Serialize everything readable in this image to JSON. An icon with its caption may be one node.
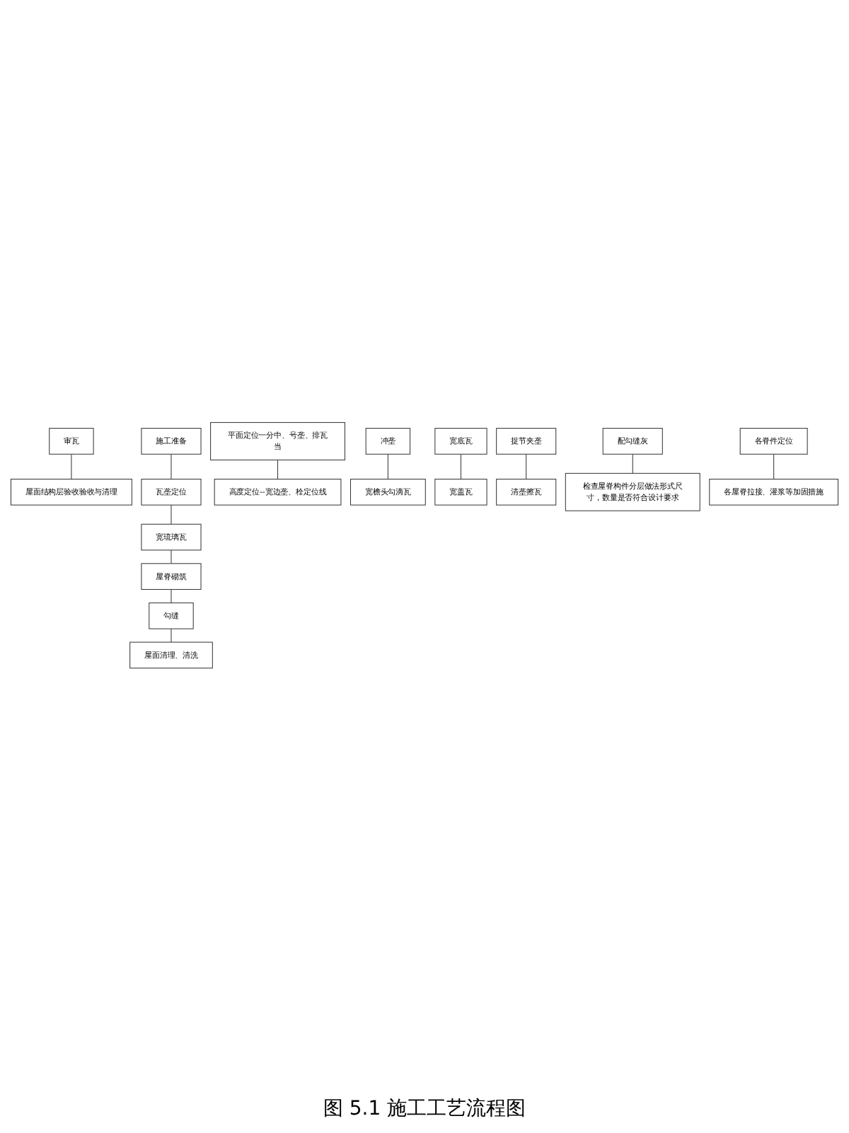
{
  "diagram": {
    "caption": "图 5.1 施工工艺流程图",
    "nodes": [
      {
        "text": [
          "施工准备"
        ]
      },
      {
        "text": [
          "审瓦"
        ]
      },
      {
        "text": [
          "屋面结构层验收验收与清理"
        ]
      },
      {
        "text": [
          "瓦垄定位"
        ]
      },
      {
        "text": [
          "平面定位一分中、号垄、排瓦当"
        ]
      },
      {
        "text": [
          "高度定位--宽边垄、栓定位线"
        ]
      },
      {
        "text": [
          "宽琉璃瓦"
        ]
      },
      {
        "text": [
          "冲垄"
        ]
      },
      {
        "text": [
          "宽檐头勾滴瓦"
        ]
      },
      {
        "text": [
          "宽底瓦"
        ]
      },
      {
        "text": [
          "宽盖瓦"
        ]
      },
      {
        "text": [
          "捉节夹垄"
        ]
      },
      {
        "text": [
          "清垄擦瓦"
        ]
      },
      {
        "text": [
          "屋脊砌筑"
        ]
      },
      {
        "text": [
          "检查屋脊构件分层做法形式尺寸，数量是否符合设计要求"
        ]
      },
      {
        "text": [
          "配勾缝灰"
        ]
      },
      {
        "text": [
          "各脊件定位"
        ]
      },
      {
        "text": [
          "各屋脊拉接、灌浆等加固措施"
        ]
      },
      {
        "text": [
          "勾缝"
        ]
      },
      {
        "text": [
          "屋面清理、清洗"
        ]
      }
    ],
    "edges": [
      {
        "from": 0,
        "to": 3,
        "arrow": "none"
      },
      {
        "from": 1,
        "to": 2,
        "arrow": "none"
      },
      {
        "from": 3,
        "to": 6,
        "arrow": "none"
      },
      {
        "from": 4,
        "to": 5,
        "arrow": "none"
      },
      {
        "from": 6,
        "to": 13,
        "arrow": "none"
      },
      {
        "from": 7,
        "to": 8,
        "arrow": "none"
      },
      {
        "from": 9,
        "to": 10,
        "arrow": "none"
      },
      {
        "from": 11,
        "to": 12,
        "arrow": "none"
      },
      {
        "from": 13,
        "to": 18,
        "arrow": "none"
      },
      {
        "from": 15,
        "to": 14,
        "arrow": "none"
      },
      {
        "from": 16,
        "to": 17,
        "arrow": "none"
      },
      {
        "from": 18,
        "to": 19,
        "arrow": "none"
      }
    ]
  }
}
